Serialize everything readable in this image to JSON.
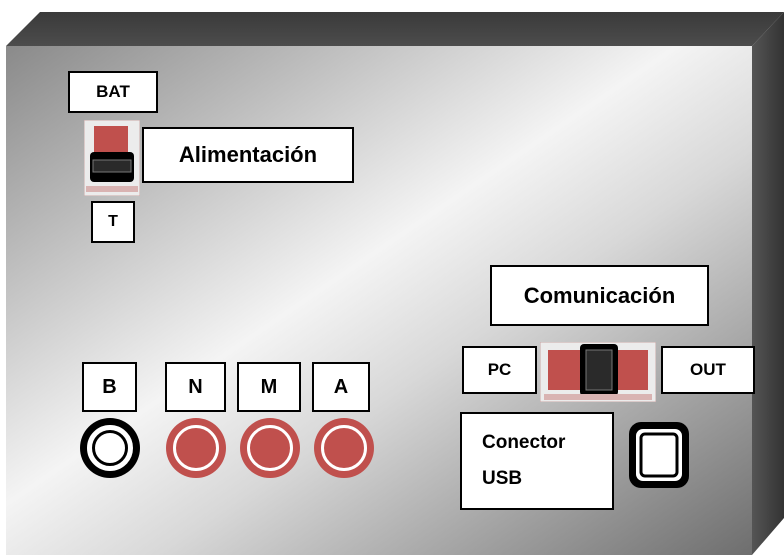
{
  "panel": {
    "colors": {
      "face_light": "#f2f2f2",
      "face_dark": "#7f7f7f",
      "edge": "#404040",
      "jack_red": "#c0504d",
      "switch_red": "#c0504d"
    }
  },
  "power": {
    "bat_label": "BAT",
    "title": "Alimentación",
    "t_label": "T"
  },
  "terminals": [
    {
      "label": "B",
      "color": "black"
    },
    {
      "label": "N",
      "color": "red"
    },
    {
      "label": "M",
      "color": "red"
    },
    {
      "label": "A",
      "color": "red"
    }
  ],
  "communication": {
    "title": "Comunicación",
    "pc_label": "PC",
    "out_label": "OUT"
  },
  "usb": {
    "line1": "Conector",
    "line2": "USB"
  }
}
